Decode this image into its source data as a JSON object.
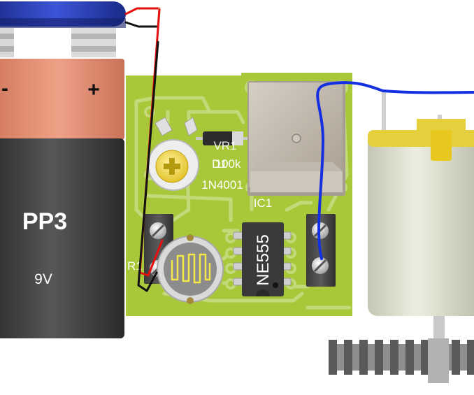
{
  "battery": {
    "model": "PP3",
    "voltage": "9V",
    "minus": "-",
    "plus": "+"
  },
  "board": {
    "trimmer_label": "VR1",
    "trimmer_value": "100k",
    "diode_label": "D1",
    "diode_value": "1N4001",
    "relay_label": "IC1",
    "chip_text": "NE555",
    "ldr_label": "R1"
  },
  "colors": {
    "pcb": "#a8c83a",
    "trace": "#c3d97a",
    "battery_top": "#e6957a",
    "battery_body": "#484848",
    "motor_cap": "#e5cf3c",
    "motor_body": "#e0e2d2",
    "wire_red": "#e41010",
    "wire_black": "#111111",
    "wire_blue": "#1430e0"
  }
}
